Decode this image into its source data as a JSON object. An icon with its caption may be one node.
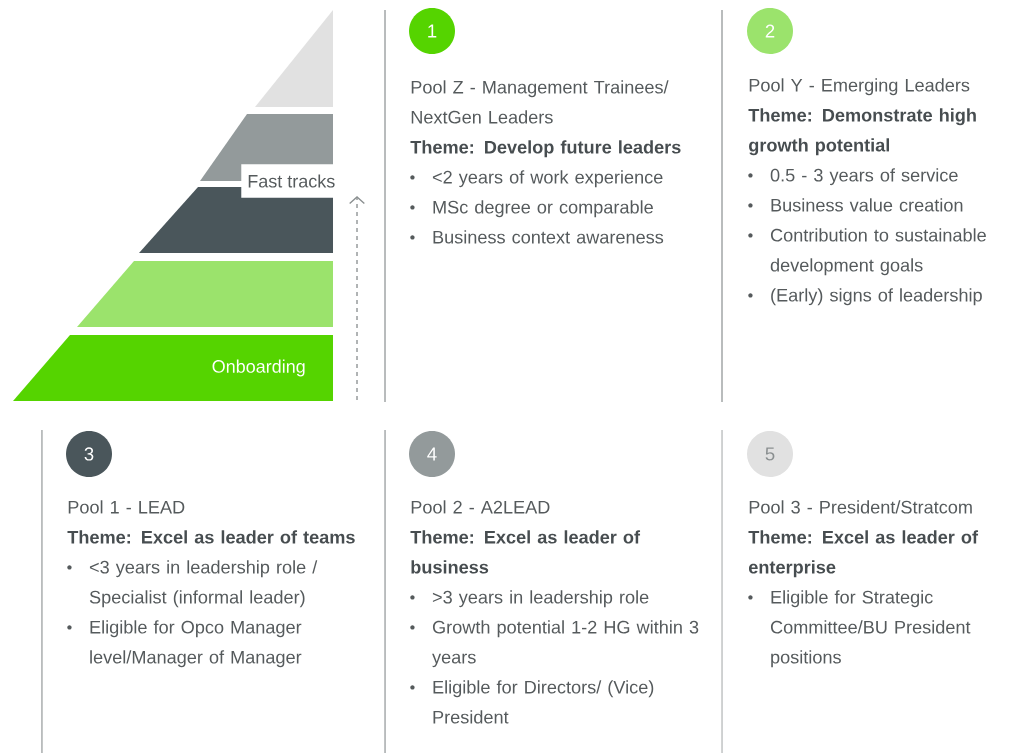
{
  "diagram": {
    "nodes": [
      {
        "text": [],
        "shape": "triangle"
      },
      {
        "text": [],
        "shape": "trapezoid"
      },
      {
        "text": [],
        "shape": "trapezoid"
      },
      {
        "text": [],
        "shape": "trapezoid"
      },
      {
        "text": [
          "Onboarding"
        ]
      },
      {
        "text": [
          "1"
        ],
        "beside": [
          "Pool Z - Management Trainees/ NextGen Leaders",
          "Theme: Develop future leaders",
          "<2 years of work experience",
          "MSc degree or comparable",
          "Business context awareness"
        ]
      },
      {
        "text": [
          "2"
        ],
        "beside": [
          "Pool Y - Emerging Leaders",
          "Theme: Demonstrate high growth potential",
          "0.5 - 3 years of service",
          "Business value creation",
          "Contribution to sustainable development goals",
          "(Early) signs of leadership"
        ]
      },
      {
        "text": [
          "3"
        ],
        "beside": [
          "Pool 1 - LEAD",
          "Theme: Excel as leader of teams",
          "<3 years in leadership role / Specialist (informal leader)",
          "Eligible for Opco Manager level/Manager of Manager"
        ]
      },
      {
        "text": [
          "4"
        ],
        "beside": [
          "Pool 2 - A2LEAD",
          "Theme: Excel as leader of business",
          ">3 years in leadership role",
          "Growth potential  1-2 HG within 3 years",
          "Eligible for Directors/ (Vice) President"
        ]
      },
      {
        "text": [
          "5"
        ],
        "beside": [
          "Pool 3 - President/Stratcom",
          "Theme: Excel as leader of enterprise",
          "Eligible for Strategic Committee/BU President positions"
        ]
      }
    ],
    "labels": [
      "Fast tracks"
    ]
  }
}
